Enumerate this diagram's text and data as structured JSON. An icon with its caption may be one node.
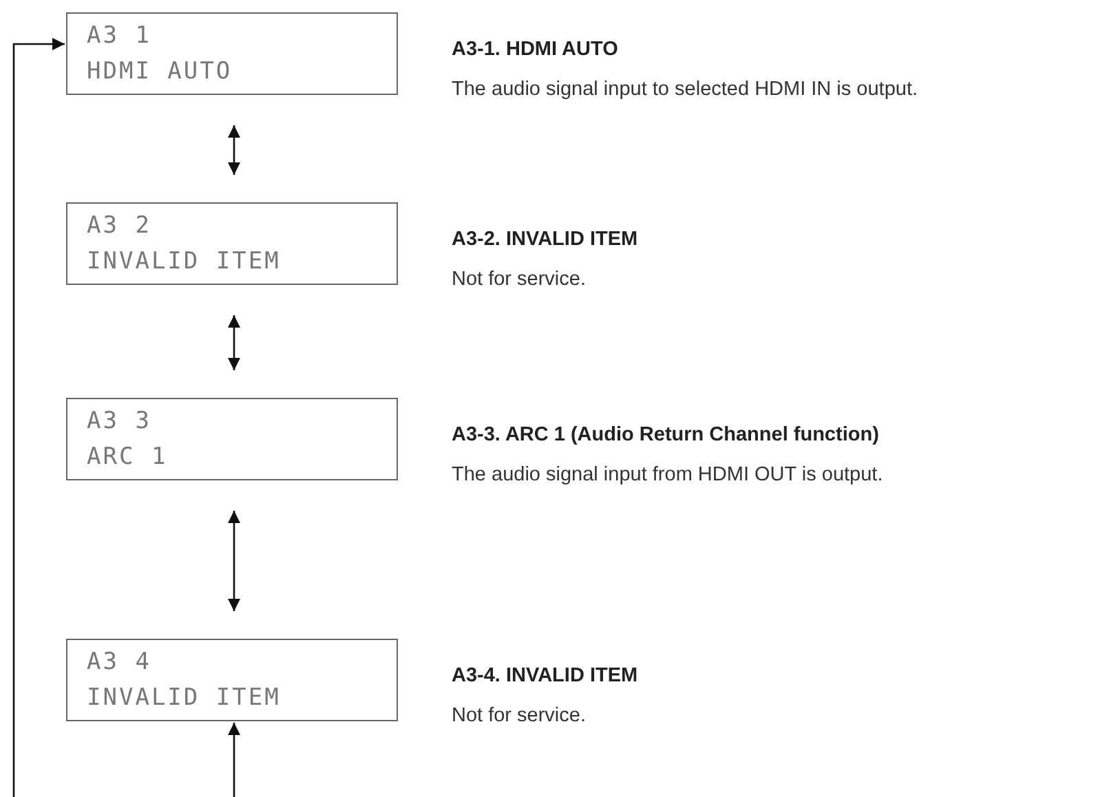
{
  "diagram": {
    "nodes": [
      {
        "text": [
          "A3 1",
          "HDMI AUTO"
        ],
        "beside": [
          "A3-1. HDMI AUTO",
          "The audio signal input to selected HDMI IN is output."
        ]
      },
      {
        "text": [
          "A3 2",
          "INVALID ITEM"
        ],
        "beside": [
          "A3-2. INVALID ITEM",
          "Not for service."
        ]
      },
      {
        "text": [
          "A3 3",
          "ARC 1"
        ],
        "beside": [
          "A3-3. ARC 1 (Audio Return Channel function)",
          "The audio signal input from HDMI OUT is output."
        ]
      },
      {
        "text": [
          "A3 4",
          "INVALID ITEM"
        ],
        "beside": [
          "A3-4. INVALID ITEM",
          "Not for service."
        ]
      }
    ],
    "edges": [
      {
        "from": 0,
        "to": 1,
        "arrow": "both"
      },
      {
        "from": 1,
        "to": 2,
        "arrow": "both"
      },
      {
        "from": 2,
        "to": 3,
        "arrow": "both"
      },
      {
        "from": null,
        "to": 3,
        "arrow": "to"
      },
      {
        "from": null,
        "to": 0,
        "arrow": "to"
      }
    ]
  }
}
